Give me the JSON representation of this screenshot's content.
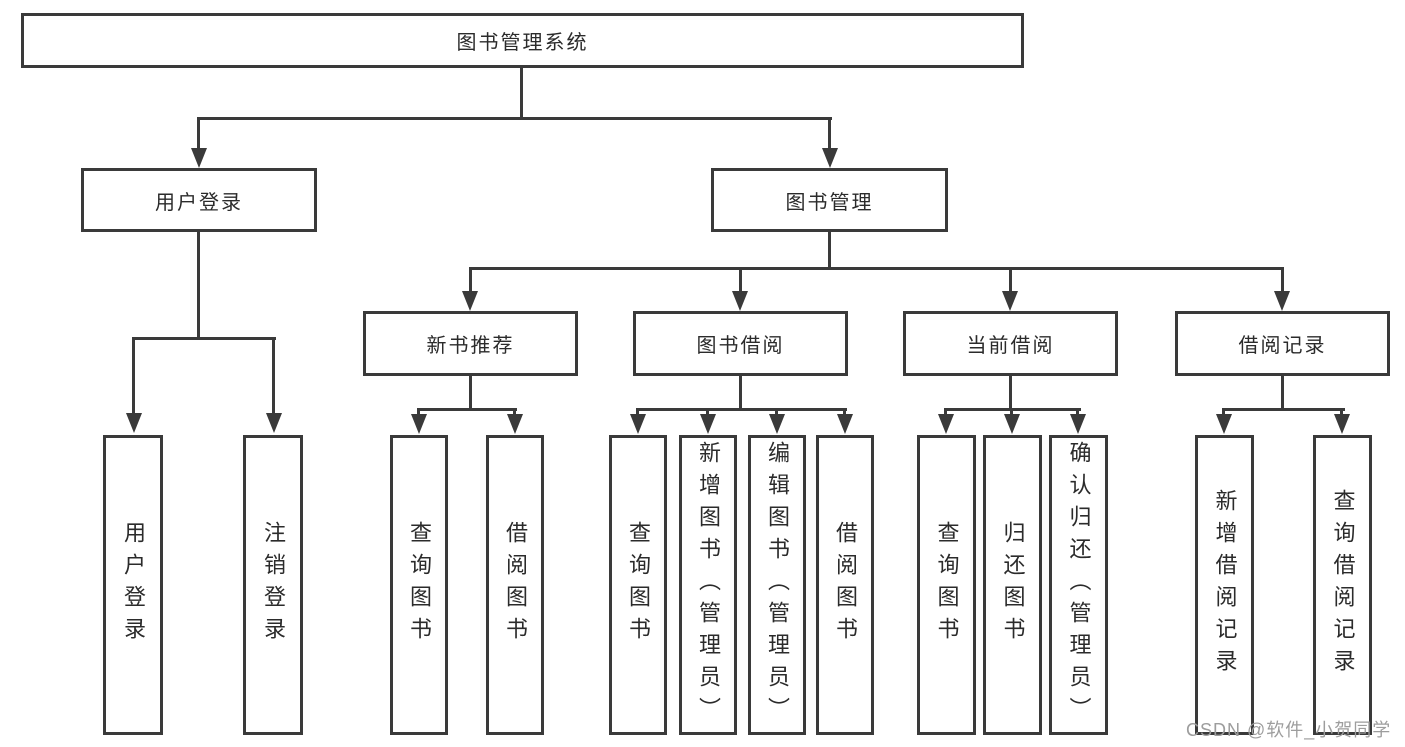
{
  "diagram": {
    "root": {
      "label": "图书管理系统"
    },
    "branches": [
      {
        "label": "用户登录",
        "children": [
          {
            "label": "用户登录"
          },
          {
            "label": "注销登录"
          }
        ]
      },
      {
        "label": "图书管理",
        "children": [
          {
            "label": "新书推荐",
            "children": [
              {
                "label": "查询图书"
              },
              {
                "label": "借阅图书"
              }
            ]
          },
          {
            "label": "图书借阅",
            "children": [
              {
                "label": "查询图书"
              },
              {
                "label": "新增图书（管理员）"
              },
              {
                "label": "编辑图书（管理员）"
              },
              {
                "label": "借阅图书"
              }
            ]
          },
          {
            "label": "当前借阅",
            "children": [
              {
                "label": "查询图书"
              },
              {
                "label": "归还图书"
              },
              {
                "label": "确认归还（管理员）"
              }
            ]
          },
          {
            "label": "借阅记录",
            "children": [
              {
                "label": "新增借阅记录"
              },
              {
                "label": "查询借阅记录"
              }
            ]
          }
        ]
      }
    ]
  },
  "watermark": {
    "text": "CSDN @软件_小贺同学"
  },
  "colors": {
    "line": "#3a3a3a",
    "text": "#2b2b2b",
    "background": "#ffffff",
    "watermark": "#9d9d9d"
  }
}
